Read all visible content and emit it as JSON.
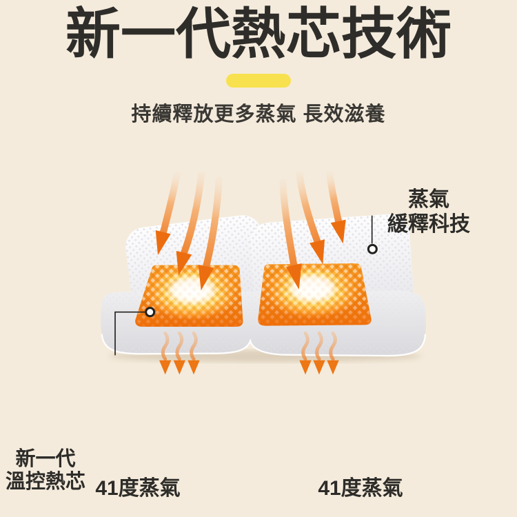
{
  "page": {
    "background": "#f4ebdc"
  },
  "header": {
    "title": "新一代熱芯技術",
    "underline_color": "#f8e14e",
    "subtitle": "持續釋放更多蒸氣 長效滋養"
  },
  "diagram": {
    "callouts": {
      "steam_release": {
        "line1": "蒸氣",
        "line2": "緩釋科技"
      },
      "heat_core": {
        "line1": "新一代",
        "line2": "溫控熱芯"
      }
    },
    "steam_labels": {
      "left": "41度蒸氣",
      "right": "41度蒸氣"
    },
    "colors": {
      "arrow_orange": "#ec6d0f",
      "core_orange": "#f5831f",
      "glow_center": "#ffffff",
      "pad_front_gray": "#dedee1",
      "pad_back_white": "#fbfbfd",
      "marker_stroke": "#22211e",
      "text_dark": "#2e2d2a"
    }
  }
}
